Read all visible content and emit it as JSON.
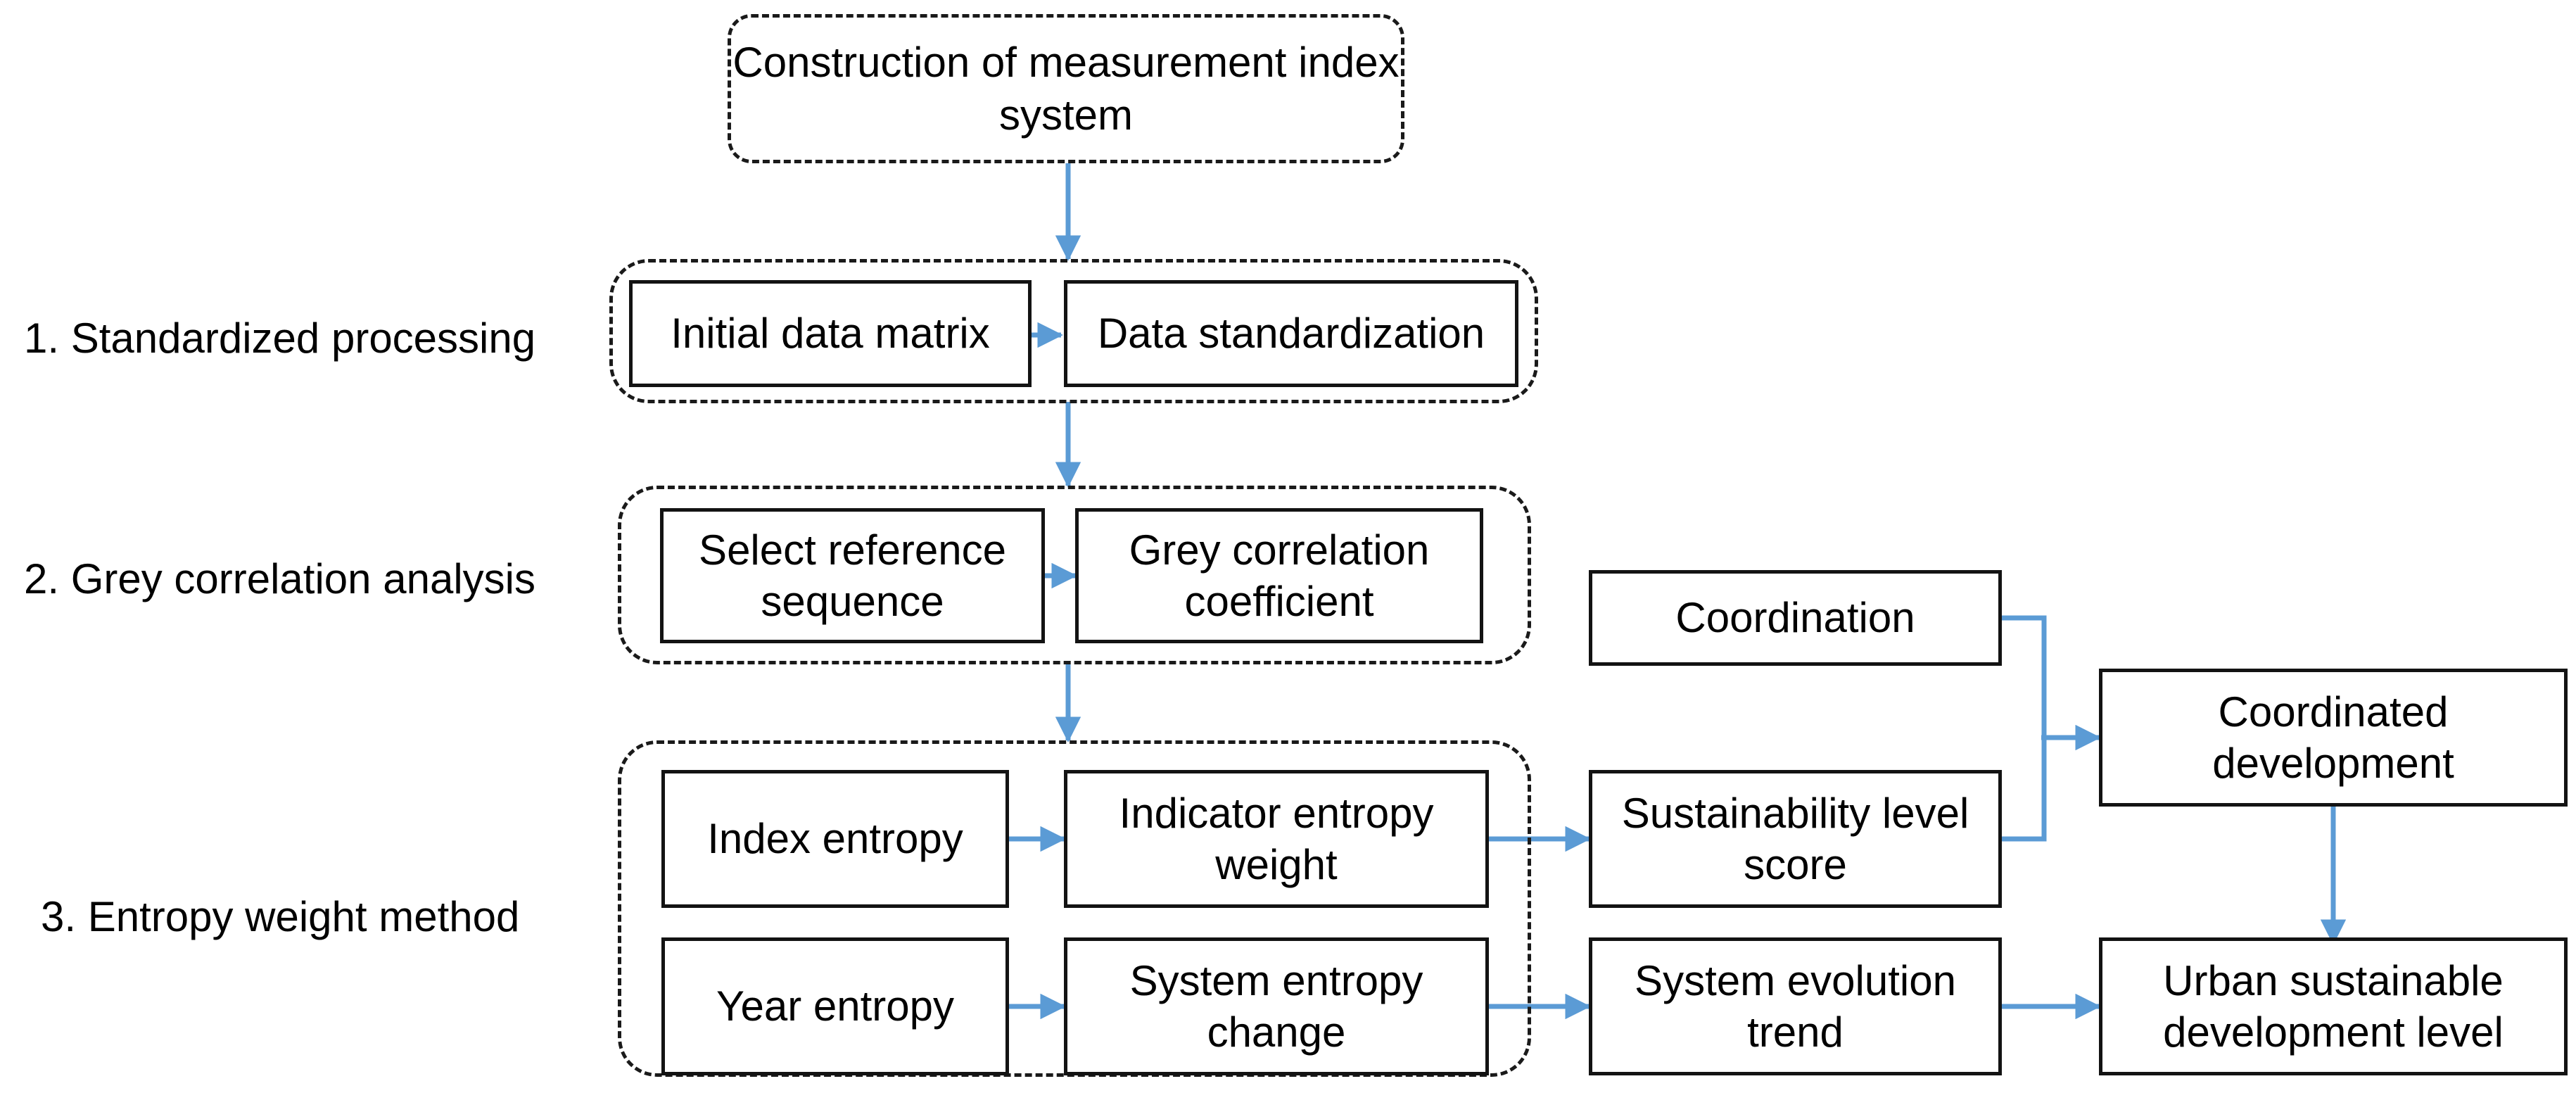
{
  "diagram": {
    "title_node": {
      "label": "Construction of measurement index system"
    },
    "stages": [
      {
        "id": "stage-1",
        "label": "1. Standardized processing"
      },
      {
        "id": "stage-2",
        "label": "2. Grey correlation analysis"
      },
      {
        "id": "stage-3",
        "label": "3. Entropy weight method"
      }
    ],
    "nodes": {
      "initial_data_matrix": "Initial data matrix",
      "data_standardization": "Data standardization",
      "select_reference_sequence": "Select reference sequence",
      "grey_correlation_coefficient": "Grey correlation coefficient",
      "index_entropy": "Index entropy",
      "indicator_entropy_weight": "Indicator entropy weight",
      "year_entropy": "Year entropy",
      "system_entropy_change": "System entropy change",
      "coordination": "Coordination",
      "sustainability_level_score": "Sustainability level score",
      "system_evolution_trend": "System evolution trend",
      "coordinated_development": "Coordinated development",
      "urban_sustainable_development_level": "Urban sustainable development level"
    },
    "colors": {
      "arrow": "#5B9BD5",
      "box_border": "#131313",
      "group_border": "#1a1a1a",
      "text": "#000000",
      "background": "#ffffff"
    }
  }
}
